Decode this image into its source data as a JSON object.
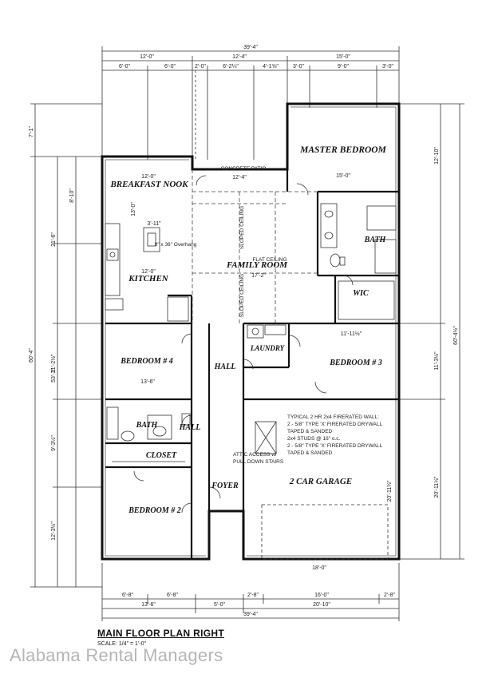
{
  "rooms": {
    "master_bedroom": "MASTER BEDROOM",
    "breakfast_nook": "BREAKFAST NOOK",
    "family_room": "FAMILY ROOM",
    "kitchen": "KITCHEN",
    "bath_master": "BATH",
    "wic": "WIC",
    "laundry": "LAUNDRY",
    "bedroom4": "BEDROOM # 4",
    "hall1": "HALL",
    "bedroom3": "BEDROOM # 3",
    "bath2": "BATH",
    "hall2": "HALL",
    "closet": "CLOSET",
    "garage": "2 CAR GARAGE",
    "foyer": "FOYER",
    "bedroom2": "BEDROOM # 2"
  },
  "labels": {
    "concrete_patio": "CONCRETE PATIO",
    "sloped_ceiling": "SLOPED CEILING",
    "flat_ceiling": "FLAT CEILING",
    "overhang": "9\" x 36\" Overhang",
    "attic_access": "ATTIC ACCESS w/",
    "pull_down": "PULL DOWN STAIRS",
    "firewall": [
      "TYPICAL 2 HR 2x4 FIRERATED WALL:",
      "2 - 5/8\" TYPE 'X' FIRERATED DRYWALL",
      "TAPED & SANDED",
      "2x4 STUDS @ 16\" o.c.",
      "2 - 5/8\" TYPE 'X' FIRERATED DRYWALL",
      "TAPED & SANDED"
    ]
  },
  "dims": {
    "top_overall": "39'-4\"",
    "top_12_0": "12'-0\"",
    "top_12_4": "12'-4\"",
    "top_15_0": "15'-0\"",
    "top_6_0a": "6'-0\"",
    "top_6_0b": "6'-0\"",
    "top_2_0": "2'-0\"",
    "top_6_2": "6'-2¼\"",
    "top_4_1": "4'-1⅝\"",
    "top_3_0a": "3'-0\"",
    "top_9_0": "9'-0\"",
    "top_3_0b": "3'-0\"",
    "mb_width": "15'-0\"",
    "bn_width": "12'-0\"",
    "patio_width": "12'-4\"",
    "kitchen_width": "12'-0\"",
    "family_width": "17'-2\"",
    "bn_height": "13'-0\"",
    "kitchen_island": "3'-11\"",
    "br4_width": "13'-6\"",
    "br3_width": "11'-11½\"",
    "garage_width": "18'-0\"",
    "garage_height": "20'-11½\"",
    "left_overall": "60'-4\"",
    "left_53_3": "53'-3\"",
    "left_7_1": "7'-1\"",
    "left_21_6": "21'-6\"",
    "left_8_10": "8'-10\"",
    "left_11_2": "11'-2½\"",
    "left_9_3": "9'-3½\"",
    "left_12_3": "12'-3½\"",
    "right_overall": "60'-4½\"",
    "right_12_10": "12'-10\"",
    "right_11_3": "11'-3½\"",
    "right_20_11": "20'-11½\"",
    "bottom_overall": "39'-4\"",
    "bottom_13_6": "13'-6\"",
    "bottom_5_0": "5'-0\"",
    "bottom_20_10": "20'-10\"",
    "bottom_6_8a": "6'-8\"",
    "bottom_6_8b": "6'-8\"",
    "bottom_2_8a": "2'-8\"",
    "bottom_16_0": "16'-0\"",
    "bottom_2_8b": "2'-8\""
  },
  "footer": {
    "title": "MAIN FLOOR PLAN RIGHT",
    "scale": "SCALE: 1/4\" = 1'-0\"",
    "watermark": "Alabama Rental Managers"
  }
}
